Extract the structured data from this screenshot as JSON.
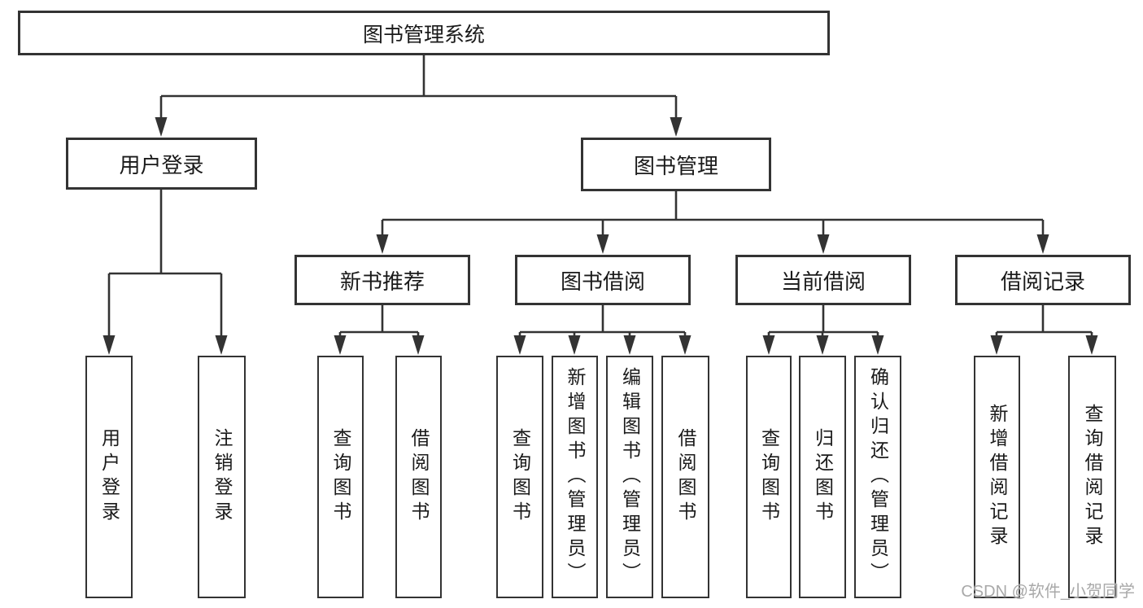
{
  "diagram": {
    "title": "图书管理系统",
    "branches": [
      {
        "label": "用户登录",
        "children": [
          {
            "label": "用户登录"
          },
          {
            "label": "注销登录"
          }
        ]
      },
      {
        "label": "图书管理",
        "children": [
          {
            "label": "新书推荐",
            "children": [
              {
                "label": "查询图书"
              },
              {
                "label": "借阅图书"
              }
            ]
          },
          {
            "label": "图书借阅",
            "children": [
              {
                "label": "查询图书"
              },
              {
                "label": "新增图书（管理员）"
              },
              {
                "label": "编辑图书（管理员）"
              },
              {
                "label": "借阅图书"
              }
            ]
          },
          {
            "label": "当前借阅",
            "children": [
              {
                "label": "查询图书"
              },
              {
                "label": "归还图书"
              },
              {
                "label": "确认归还（管理员）"
              }
            ]
          },
          {
            "label": "借阅记录",
            "children": [
              {
                "label": "新增借阅记录"
              },
              {
                "label": "查询借阅记录"
              }
            ]
          }
        ]
      }
    ]
  },
  "watermark": {
    "text": "CSDN @软件_小贺同学"
  },
  "colors": {
    "line": "#333333",
    "box_background": "#ffffff",
    "text": "#1a1a1a",
    "watermark": "#a9a9a9"
  }
}
